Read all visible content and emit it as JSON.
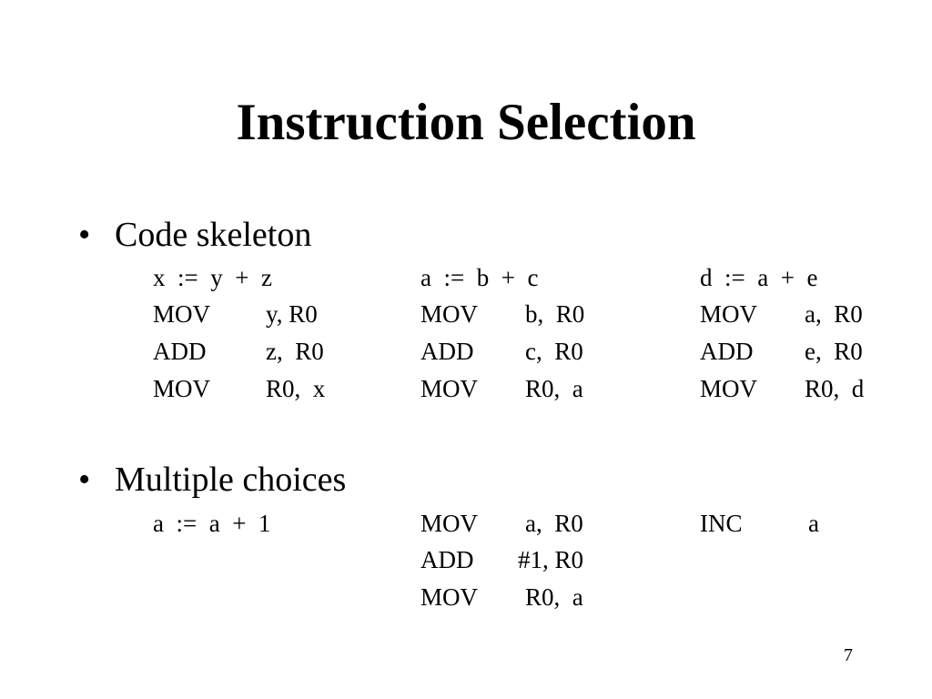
{
  "slide": {
    "title": "Instruction Selection",
    "page_number": "7"
  },
  "section1": {
    "bullet": "•",
    "heading": "Code skeleton",
    "blocks": [
      {
        "stmt": "x  :=  y  +  z",
        "rows": [
          {
            "op": "MOV",
            "args": "y, R0"
          },
          {
            "op": "ADD",
            "args": "z,  R0"
          },
          {
            "op": "MOV",
            "args": "R0,  x"
          }
        ]
      },
      {
        "stmt": "a  :=  b  +  c",
        "rows": [
          {
            "op": "MOV",
            "args": "b,  R0"
          },
          {
            "op": "ADD",
            "args": "c,  R0"
          },
          {
            "op": "MOV",
            "args": "R0,  a"
          }
        ]
      },
      {
        "stmt": "d  :=  a  +  e",
        "rows": [
          {
            "op": "MOV",
            "args": "a,  R0"
          },
          {
            "op": "ADD",
            "args": "e,  R0"
          },
          {
            "op": "MOV",
            "args": "R0,  d"
          }
        ]
      }
    ]
  },
  "section2": {
    "bullet": "•",
    "heading": "Multiple choices",
    "stmt": "a  :=  a  +  1",
    "choice1": [
      {
        "op": "MOV",
        "args": "a,  R0"
      },
      {
        "op": "ADD",
        "args": "#1, R0"
      },
      {
        "op": "MOV",
        "args": "R0,  a"
      }
    ],
    "choice2": [
      {
        "op": "INC",
        "args": "a"
      }
    ]
  }
}
